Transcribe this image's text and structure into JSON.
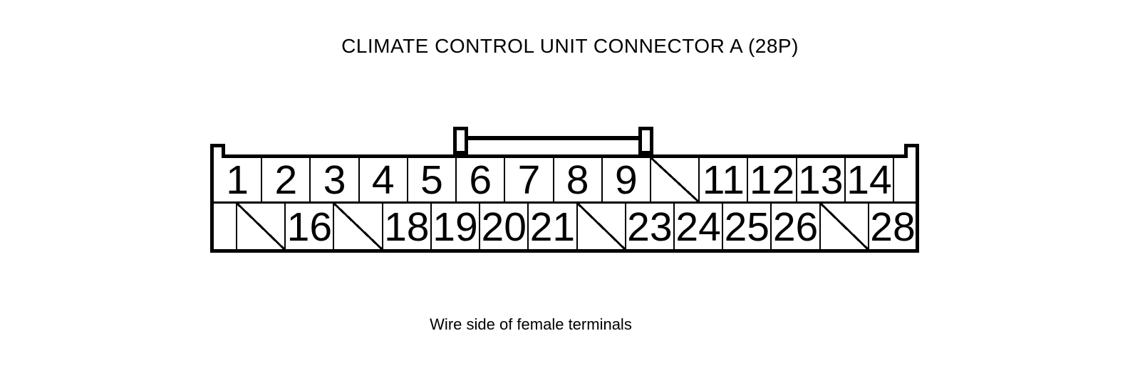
{
  "title": "CLIMATE CONTROL UNIT CONNECTOR A (28P)",
  "caption": "Wire side of female terminals",
  "colors": {
    "line": "#000000",
    "background": "#ffffff"
  },
  "connector": {
    "top_row": [
      {
        "type": "pin",
        "label": "1"
      },
      {
        "type": "pin",
        "label": "2"
      },
      {
        "type": "pin",
        "label": "3"
      },
      {
        "type": "pin",
        "label": "4"
      },
      {
        "type": "pin",
        "label": "5"
      },
      {
        "type": "pin",
        "label": "6"
      },
      {
        "type": "pin",
        "label": "7"
      },
      {
        "type": "pin",
        "label": "8"
      },
      {
        "type": "pin",
        "label": "9"
      },
      {
        "type": "blocked",
        "label": ""
      },
      {
        "type": "pin",
        "label": "11"
      },
      {
        "type": "pin",
        "label": "12"
      },
      {
        "type": "pin",
        "label": "13"
      },
      {
        "type": "pin",
        "label": "14"
      },
      {
        "type": "spacer",
        "label": ""
      }
    ],
    "bottom_row": [
      {
        "type": "spacer",
        "label": ""
      },
      {
        "type": "blocked",
        "label": ""
      },
      {
        "type": "pin",
        "label": "16"
      },
      {
        "type": "blocked",
        "label": ""
      },
      {
        "type": "pin",
        "label": "18"
      },
      {
        "type": "pin",
        "label": "19"
      },
      {
        "type": "pin",
        "label": "20"
      },
      {
        "type": "pin",
        "label": "21"
      },
      {
        "type": "blocked",
        "label": ""
      },
      {
        "type": "pin",
        "label": "23"
      },
      {
        "type": "pin",
        "label": "24"
      },
      {
        "type": "pin",
        "label": "25"
      },
      {
        "type": "pin",
        "label": "26"
      },
      {
        "type": "blocked",
        "label": ""
      },
      {
        "type": "pin",
        "label": "28"
      }
    ]
  }
}
